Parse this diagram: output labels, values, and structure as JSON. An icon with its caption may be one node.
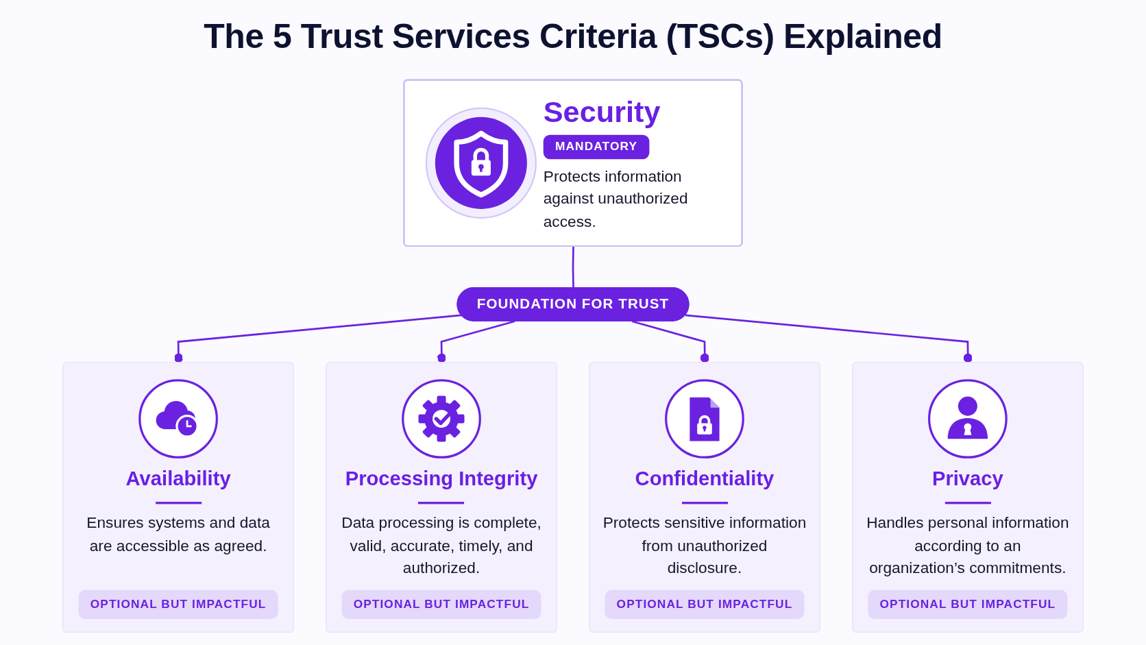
{
  "diagram": {
    "title": "The 5 Trust Services Criteria (TSCs) Explained",
    "nodes": [
      {
        "text": [
          "Security",
          "MANDATORY",
          "Protects information against unauthorized access."
        ]
      },
      {
        "text": [
          "FOUNDATION FOR TRUST"
        ]
      },
      {
        "text": [
          "Availability",
          "Ensures systems and data are accessible as agreed.",
          "OPTIONAL BUT IMPACTFUL"
        ]
      },
      {
        "text": [
          "Processing Integrity",
          "Data processing is complete, valid, accurate, timely, and authorized.",
          "OPTIONAL BUT IMPACTFUL"
        ]
      },
      {
        "text": [
          "Confidentiality",
          "Protects sensitive information from unauthorized disclosure.",
          "OPTIONAL BUT IMPACTFUL"
        ]
      },
      {
        "text": [
          "Privacy",
          "Handles personal information according to an organization’s commitments.",
          "OPTIONAL BUT IMPACTFUL"
        ]
      }
    ],
    "edges": [
      {
        "from": 0,
        "to": 1,
        "arrow": "none"
      },
      {
        "from": 1,
        "to": 2,
        "arrow": "other"
      },
      {
        "from": 1,
        "to": 3,
        "arrow": "other"
      },
      {
        "from": 1,
        "to": 4,
        "arrow": "other"
      },
      {
        "from": 1,
        "to": 5,
        "arrow": "other"
      }
    ]
  }
}
